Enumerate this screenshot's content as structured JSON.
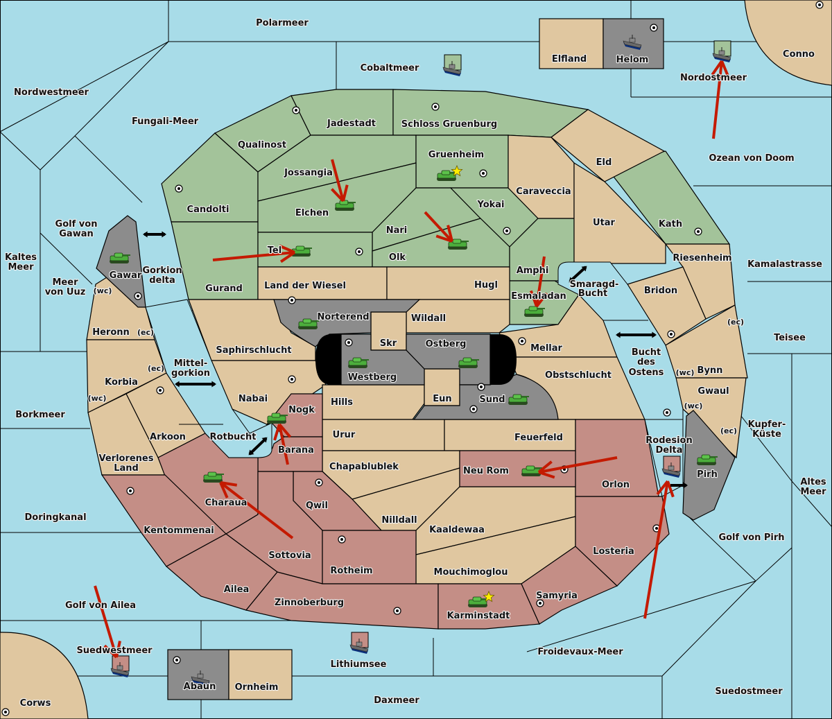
{
  "title": "Diplomacy map",
  "colors": {
    "sea": "#a8dce8",
    "neutral": "#e0c7a0",
    "green_power": "#a3c39a",
    "red_power": "#c48e86",
    "grey_power": "#8c8c8c",
    "impassable": "#000000",
    "order_arrow": "#c41a00",
    "supply_center": "#ffffff",
    "home_star": "#ffee00"
  },
  "seas": [
    {
      "name": "Polarmeer"
    },
    {
      "name": "Cobaltmeer"
    },
    {
      "name": "Nordwestmeer"
    },
    {
      "name": "Fungali-Meer"
    },
    {
      "name": "Nordostmeer"
    },
    {
      "name": "Ozean von Doom"
    },
    {
      "name": "Golf von Gawan"
    },
    {
      "name": "Kaltes Meer"
    },
    {
      "name": "Meer von Uuz"
    },
    {
      "name": "Gorkion delta"
    },
    {
      "name": "Mittel-gorkion"
    },
    {
      "name": "Borkmeer"
    },
    {
      "name": "Rotbucht"
    },
    {
      "name": "Doringkanal"
    },
    {
      "name": "Golf von Ailea"
    },
    {
      "name": "Suedwestmeer"
    },
    {
      "name": "Lithiumsee"
    },
    {
      "name": "Daxmeer"
    },
    {
      "name": "Froidevaux-Meer"
    },
    {
      "name": "Suedostmeer"
    },
    {
      "name": "Golf von Pirh"
    },
    {
      "name": "Altes Meer"
    },
    {
      "name": "Kupfer-Küste"
    },
    {
      "name": "Teisee"
    },
    {
      "name": "Kamalastrasse"
    },
    {
      "name": "Smaragd-Bucht"
    },
    {
      "name": "Bucht des Ostens"
    },
    {
      "name": "Rodesion Delta"
    }
  ],
  "labels": {
    "Polarmeer": "Polarmeer",
    "Cobaltmeer": "Cobaltmeer",
    "Nordwestmeer": "Nordwestmeer",
    "Fungali": "Fungali-Meer",
    "Nordostmeer": "Nordostmeer",
    "Ozean": "Ozean von Doom",
    "Gawan1": "Golf von",
    "Gawan2": "Gawan",
    "Kaltes1": "Kaltes",
    "Kaltes2": "Meer",
    "Uuz1": "Meer",
    "Uuz2": "von Uuz",
    "Gorkion1": "Gorkion",
    "Gorkion2": "delta",
    "Mittel1": "Mittel-",
    "Mittel2": "gorkion",
    "Borkmeer": "Borkmeer",
    "Rotbucht": "Rotbucht",
    "Doringkanal": "Doringkanal",
    "Ailea_g": "Golf von Ailea",
    "Suedwestmeer": "Suedwestmeer",
    "Lithiumsee": "Lithiumsee",
    "Daxmeer": "Daxmeer",
    "Froidevaux": "Froidevaux-Meer",
    "Suedostmeer": "Suedostmeer",
    "Pirh_g": "Golf von Pirh",
    "Altes1": "Altes",
    "Altes2": "Meer",
    "Kupfer1": "Kupfer-",
    "Kupfer2": "Küste",
    "Teisee": "Teisee",
    "Kamala": "Kamalastrasse",
    "Smaragd1": "Smaragd-",
    "Smaragd2": "Bucht",
    "Bucht1": "Bucht",
    "Bucht2": "des",
    "Bucht3": "Ostens",
    "Rodesion1": "Rodesion",
    "Rodesion2": "Delta",
    "Elfland": "Elfland",
    "Helom": "Helom",
    "Conno": "Conno",
    "Corws": "Corws",
    "Abaun": "Abaun",
    "Ornheim": "Ornheim",
    "Jadestadt": "Jadestadt",
    "Schloss": "Schloss Gruenburg",
    "Qualinost": "Qualinost",
    "Candolti": "Candolti",
    "Jossangia": "Jossangia",
    "Gruenheim": "Gruenheim",
    "Elchen": "Elchen",
    "Nari": "Nari",
    "Yokai": "Yokai",
    "Caraveccia": "Caraveccia",
    "Eld": "Eld",
    "Tel": "Tel",
    "Olk": "Olk",
    "Gurand": "Gurand",
    "Utar": "Utar",
    "Kath": "Kath",
    "Amphi": "Amphi",
    "Esmaladan": "Esmaladan",
    "Hugl": "Hugl",
    "Wiesel": "Land der Wiesel",
    "Riesenheim": "Riesenheim",
    "Bridon": "Bridon",
    "Gawar": "Gawar",
    "Heronn": "Heronn",
    "Korbia": "Korbia",
    "Arkoon": "Arkoon",
    "Verlorenes1": "Verlorenes",
    "Verlorenes2": "Land",
    "Norterend": "Norterend",
    "Wildall": "Wildall",
    "Skr": "Skr",
    "Ostberg": "Ostberg",
    "Westberg": "Westberg",
    "Saphir": "Saphirschlucht",
    "Mellar": "Mellar",
    "Obst": "Obstschlucht",
    "Nabai": "Nabai",
    "Hills": "Hills",
    "Eun": "Eun",
    "Sund": "Sund",
    "Bynn": "Bynn",
    "Gwaul": "Gwaul",
    "Pirh": "Pirh",
    "Nogk": "Nogk",
    "Barana": "Barana",
    "Urur": "Urur",
    "Feuerfeld": "Feuerfeld",
    "Chapa": "Chapablublek",
    "NeuRom": "Neu Rom",
    "Orlon": "Orlon",
    "Charaua": "Charaua",
    "Qwil": "Qwil",
    "Nilldall": "Nilldall",
    "Kaaldewaa": "Kaaldewaa",
    "Kentommenai": "Kentommenai",
    "Sottovia": "Sottovia",
    "Rotheim": "Rotheim",
    "Losteria": "Losteria",
    "Mouchi": "Mouchimoglou",
    "Ailea": "Ailea",
    "Zinnoberburg": "Zinnoberburg",
    "Karminstadt": "Karminstadt",
    "Samyria": "Samyria",
    "wc": "(wc)",
    "ec": "(ec)"
  },
  "units": [
    {
      "type": "fleet",
      "owner": "green",
      "location": "Cobaltmeer"
    },
    {
      "type": "fleet",
      "owner": "grey",
      "location": "Helom"
    },
    {
      "type": "fleet",
      "owner": "green",
      "location": "Nordostmeer"
    },
    {
      "type": "army",
      "owner": "green",
      "location": "Gruenheim"
    },
    {
      "type": "army",
      "owner": "green",
      "location": "Elchen"
    },
    {
      "type": "army",
      "owner": "green",
      "location": "Tel"
    },
    {
      "type": "army",
      "owner": "green",
      "location": "Nari"
    },
    {
      "type": "army",
      "owner": "green",
      "location": "Esmaladan"
    },
    {
      "type": "army",
      "owner": "green",
      "location": "Gawar"
    },
    {
      "type": "army",
      "owner": "green",
      "location": "Norterend"
    },
    {
      "type": "army",
      "owner": "green",
      "location": "Westberg"
    },
    {
      "type": "army",
      "owner": "green",
      "location": "Ostberg"
    },
    {
      "type": "army",
      "owner": "green",
      "location": "Sund"
    },
    {
      "type": "army",
      "owner": "green",
      "location": "Nogk"
    },
    {
      "type": "army",
      "owner": "green",
      "location": "Charaua"
    },
    {
      "type": "army",
      "owner": "green",
      "location": "Neu Rom"
    },
    {
      "type": "army",
      "owner": "green",
      "location": "Pirh"
    },
    {
      "type": "army",
      "owner": "green",
      "location": "Karminstadt"
    },
    {
      "type": "fleet",
      "owner": "red",
      "location": "Rodesion Delta"
    },
    {
      "type": "fleet",
      "owner": "red",
      "location": "Suedwestmeer"
    },
    {
      "type": "fleet",
      "owner": "red",
      "location": "Lithiumsee"
    },
    {
      "type": "fleet",
      "owner": "grey",
      "location": "Abaun"
    }
  ],
  "home_stars": [
    "Gruenheim",
    "Karminstadt"
  ],
  "orders": [
    {
      "from": "Ozean von Doom",
      "to": "Nordostmeer"
    },
    {
      "from": "Jossangia",
      "to": "Elchen"
    },
    {
      "from": "Gurand",
      "to": "Tel"
    },
    {
      "from": "Nari",
      "to": "Nari"
    },
    {
      "from": "Amphi",
      "to": "Esmaladan"
    },
    {
      "from": "Barana",
      "to": "Nogk"
    },
    {
      "from": "Sottovia",
      "to": "Charaua"
    },
    {
      "from": "Orlon",
      "to": "Neu Rom"
    },
    {
      "from": "Froidevaux-Meer",
      "to": "Rodesion Delta"
    },
    {
      "from": "Golf von Ailea",
      "to": "Suedwestmeer"
    }
  ]
}
